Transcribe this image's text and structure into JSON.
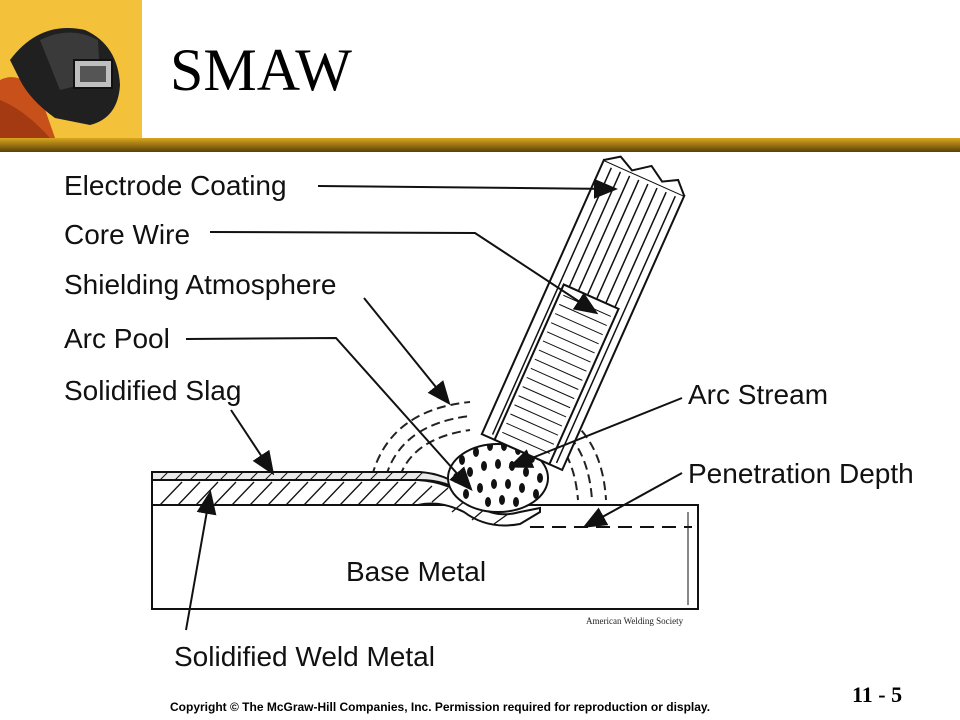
{
  "title": "SMAW",
  "labels": {
    "electrode_coating": "Electrode Coating",
    "core_wire": "Core Wire",
    "shielding_atmosphere": "Shielding Atmosphere",
    "arc_pool": "Arc Pool",
    "solidified_slag": "Solidified Slag",
    "arc_stream": "Arc Stream",
    "penetration_depth": "Penetration Depth",
    "base_metal": "Base Metal",
    "solidified_weld_metal": "Solidified Weld Metal"
  },
  "credit": "American Welding Society",
  "footer": {
    "copyright": "Copyright © The McGraw-Hill Companies, Inc. Permission required for reproduction or display.",
    "page_number": "11 - 5"
  },
  "colors": {
    "header_bar": "#b8860b",
    "logo_background": "#f5c842"
  }
}
